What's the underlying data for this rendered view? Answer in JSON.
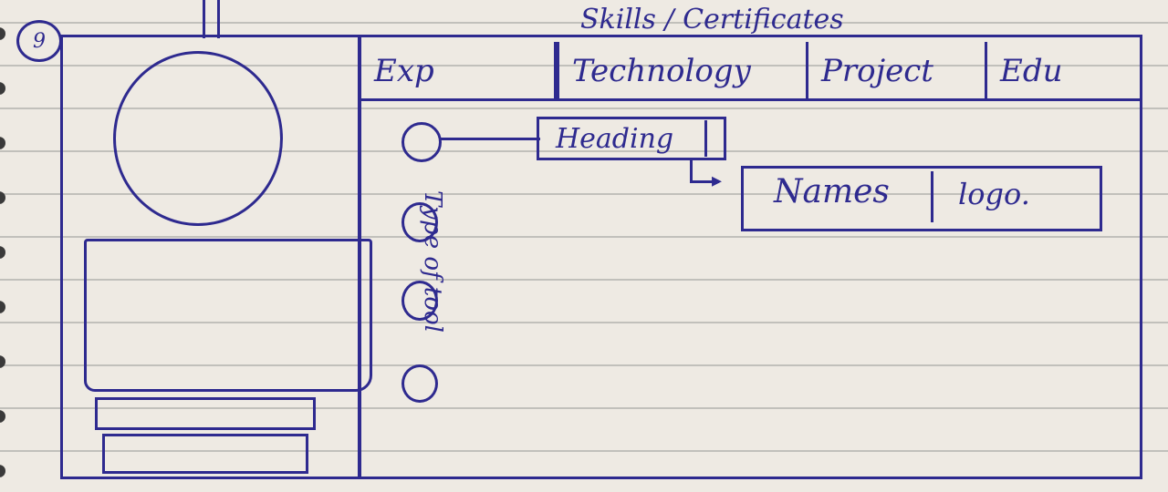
{
  "page_number": "9",
  "header_note": "Skills / Certificates",
  "tabs": [
    {
      "label": "Exp"
    },
    {
      "label": "Technology"
    },
    {
      "label": "Project"
    },
    {
      "label": "Edu"
    }
  ],
  "heading_label": "Heading",
  "name_logo": {
    "name": "Names",
    "logo": "logo."
  },
  "vertical_note": "Type of tool"
}
